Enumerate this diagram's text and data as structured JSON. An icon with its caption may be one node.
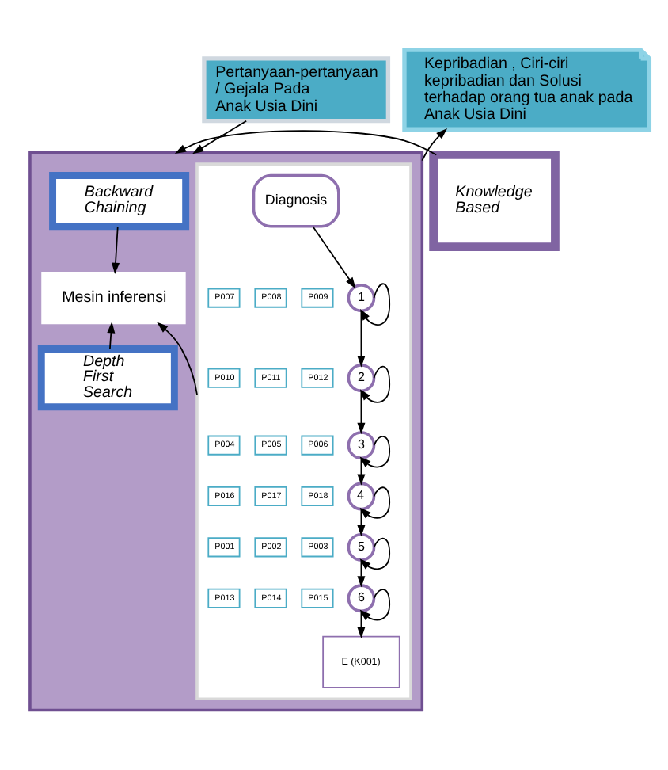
{
  "diagram": {
    "nodes": [
      {
        "text": [
          "Pertanyaan-pertanyaan / Gejala Pada Anak Usia Dini"
        ]
      },
      {
        "text": [],
        "shape": "box"
      },
      {
        "text": [
          "Backward Chaining"
        ],
        "in": 1
      },
      {
        "text": [
          "Mesin inferensi"
        ],
        "in": 1
      },
      {
        "text": [
          "Depth First Search"
        ],
        "in": 1
      },
      {
        "text": [],
        "shape": "box",
        "in": 1
      },
      {
        "text": [
          "Diagnosis"
        ],
        "in": 5
      },
      {
        "text": [
          "1"
        ],
        "in": 5
      },
      {
        "text": [
          "P007"
        ],
        "in": 5
      },
      {
        "text": [
          "P008"
        ],
        "in": 5
      },
      {
        "text": [
          "P009"
        ],
        "in": 5
      },
      {
        "text": [
          "2"
        ],
        "in": 5
      },
      {
        "text": [
          "P010"
        ],
        "in": 5
      },
      {
        "text": [
          "P011"
        ],
        "in": 5
      },
      {
        "text": [
          "P012"
        ],
        "in": 5
      },
      {
        "text": [
          "3"
        ],
        "in": 5
      },
      {
        "text": [
          "P004"
        ],
        "in": 5
      },
      {
        "text": [
          "P005"
        ],
        "in": 5
      },
      {
        "text": [
          "P006"
        ],
        "in": 5
      },
      {
        "text": [
          "4"
        ],
        "in": 5
      },
      {
        "text": [
          "P016"
        ],
        "in": 5
      },
      {
        "text": [
          "P017"
        ],
        "in": 5
      },
      {
        "text": [
          "P018"
        ],
        "in": 5
      },
      {
        "text": [
          "5"
        ],
        "in": 5
      },
      {
        "text": [
          "P001"
        ],
        "in": 5
      },
      {
        "text": [
          "P002"
        ],
        "in": 5
      },
      {
        "text": [
          "P003"
        ],
        "in": 5
      },
      {
        "text": [
          "6"
        ],
        "in": 5
      },
      {
        "text": [
          "P013"
        ],
        "in": 5
      },
      {
        "text": [
          "P014"
        ],
        "in": 5
      },
      {
        "text": [
          "P015"
        ],
        "in": 5
      },
      {
        "text": [
          "E (K001)"
        ],
        "in": 5
      },
      {
        "text": [
          "Knowledge Based"
        ]
      },
      {
        "text": [
          "Kepribadian , Ciri-ciri kepribadian dan Solusi terhadap orang tua anak pada Anak Usia Dini"
        ]
      }
    ],
    "edges": [
      {
        "from": 0,
        "to": 1,
        "arrow": "to"
      },
      {
        "from": 2,
        "to": 3,
        "arrow": "to"
      },
      {
        "from": 4,
        "to": 3,
        "arrow": "to"
      },
      {
        "from": 5,
        "to": 3,
        "arrow": "to"
      },
      {
        "from": 32,
        "to": 1,
        "arrow": "to"
      },
      {
        "from": 1,
        "to": 33,
        "arrow": "to"
      },
      {
        "from": 6,
        "to": 7,
        "arrow": "to"
      },
      {
        "from": 7,
        "to": 7,
        "arrow": "to"
      },
      {
        "from": 7,
        "to": 11,
        "arrow": "to"
      },
      {
        "from": 11,
        "to": 11,
        "arrow": "to"
      },
      {
        "from": 11,
        "to": 15,
        "arrow": "to"
      },
      {
        "from": 15,
        "to": 15,
        "arrow": "to"
      },
      {
        "from": 15,
        "to": 19,
        "arrow": "to"
      },
      {
        "from": 19,
        "to": 19,
        "arrow": "to"
      },
      {
        "from": 19,
        "to": 23,
        "arrow": "to"
      },
      {
        "from": 23,
        "to": 23,
        "arrow": "to"
      },
      {
        "from": 23,
        "to": 27,
        "arrow": "to"
      },
      {
        "from": 27,
        "to": 27,
        "arrow": "to"
      },
      {
        "from": 27,
        "to": 31,
        "arrow": "to"
      }
    ]
  }
}
